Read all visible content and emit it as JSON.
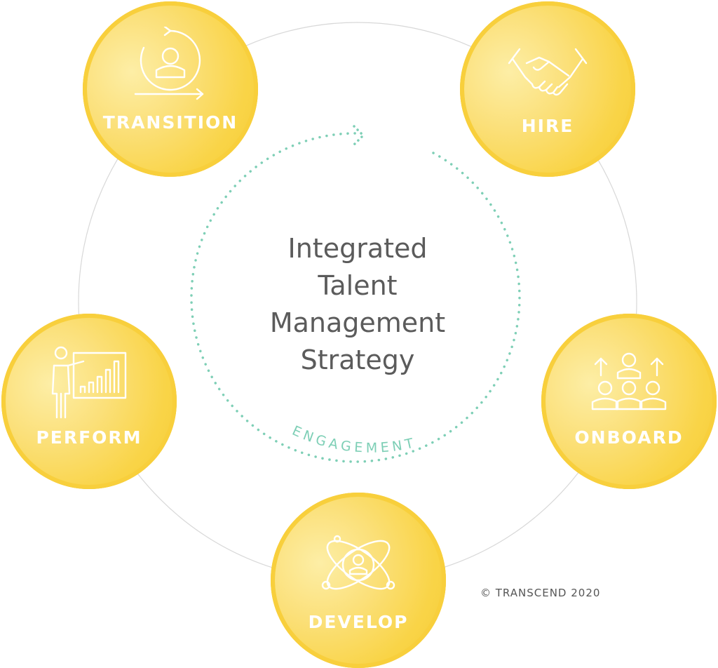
{
  "center": {
    "title_lines": [
      "Integrated",
      "Talent",
      "Management",
      "Strategy"
    ]
  },
  "cycle_label": "ENGAGEMENT",
  "nodes": [
    {
      "label": "TRANSITION",
      "icon": "person-cycle-icon"
    },
    {
      "label": "HIRE",
      "icon": "handshake-icon"
    },
    {
      "label": "ONBOARD",
      "icon": "team-growth-icon"
    },
    {
      "label": "DEVELOP",
      "icon": "atom-person-icon"
    },
    {
      "label": "PERFORM",
      "icon": "presenter-chart-icon"
    }
  ],
  "copyright": "© TRANSCEND 2020",
  "colors": {
    "node_fill": "#f9d447",
    "engagement": "#7ecfb6",
    "text": "#5b5b5b",
    "ring_line": "#d8d8d8"
  }
}
